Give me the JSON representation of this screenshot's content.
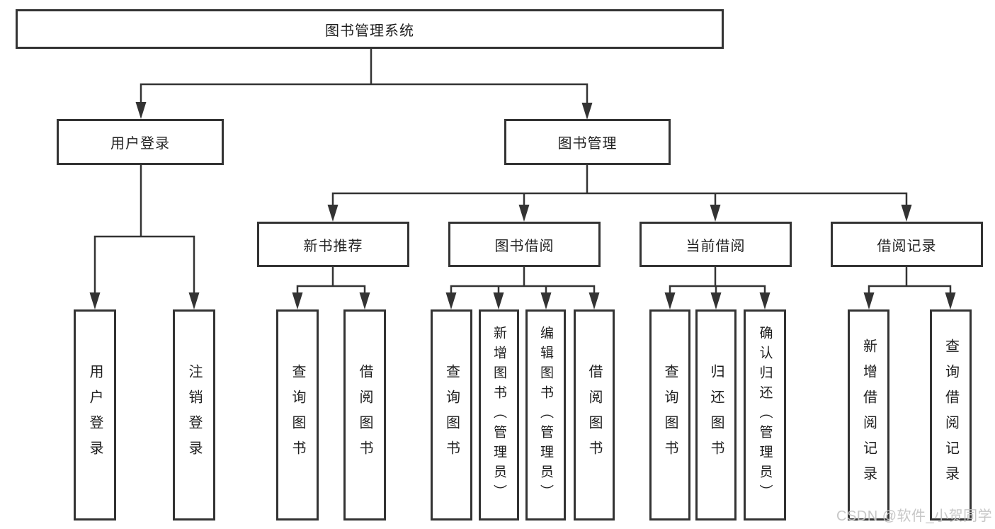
{
  "diagram": {
    "root": {
      "label": "图书管理系统"
    },
    "branches": [
      {
        "label": "用户登录",
        "children": [
          {
            "label": "用户登录"
          },
          {
            "label": "注销登录"
          }
        ]
      },
      {
        "label": "图书管理",
        "children": [
          {
            "label": "新书推荐",
            "children": [
              {
                "label": "查询图书"
              },
              {
                "label": "借阅图书"
              }
            ]
          },
          {
            "label": "图书借阅",
            "children": [
              {
                "label": "查询图书"
              },
              {
                "label": "新增图书（管理员）"
              },
              {
                "label": "编辑图书（管理员）"
              },
              {
                "label": "借阅图书"
              }
            ]
          },
          {
            "label": "当前借阅",
            "children": [
              {
                "label": "查询图书"
              },
              {
                "label": "归还图书"
              },
              {
                "label": "确认归还（管理员）"
              }
            ]
          },
          {
            "label": "借阅记录",
            "children": [
              {
                "label": "新增借阅记录"
              },
              {
                "label": "查询借阅记录"
              }
            ]
          }
        ]
      }
    ]
  },
  "watermark": {
    "text": "CSDN @软件_小贺同学"
  },
  "colors": {
    "line": "#333333",
    "box_border": "#333333",
    "box_background": "#ffffff",
    "text": "#1f1f1f",
    "watermark_text": "#c4c4c4",
    "background": "#ffffff"
  }
}
